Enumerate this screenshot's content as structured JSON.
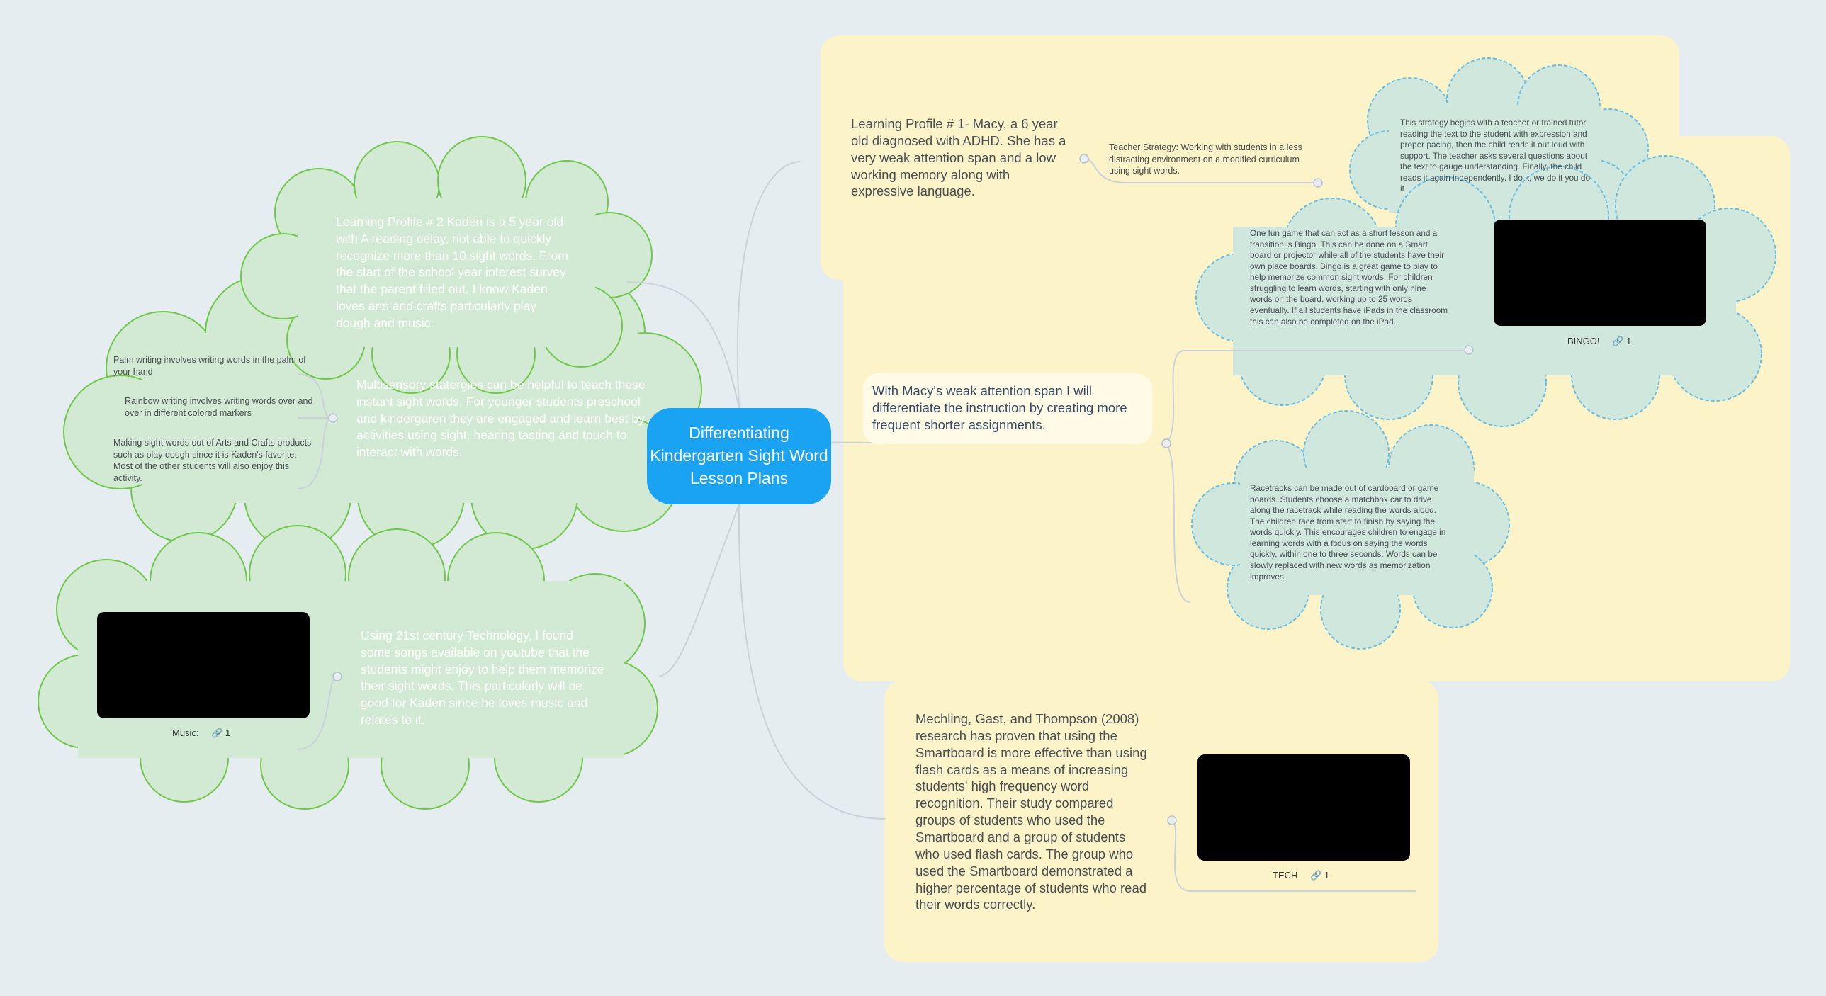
{
  "central": {
    "title": "Differentiating Kindergarten Sight Word Lesson Plans"
  },
  "colors": {
    "background": "#e6edf1",
    "central_node": "#1aa3f2",
    "yellow_region": "#fdf3c8",
    "green_cloud": "#d2ead3",
    "green_border": "#6fc84a",
    "teal_cloud": "#cfe7dd",
    "teal_border": "#67bde4"
  },
  "macy": {
    "profile": "Learning Profile # 1- Macy, a 6 year old diagnosed with ADHD. She has a very weak attention span and a low working memory along with expressive language.",
    "strategy": "Teacher Strategy: Working with students in a less distracting environment on a modified curriculum using sight words.",
    "strategy_detail": "This strategy begins with a teacher or trained tutor reading the text to the student with expression and proper pacing, then the child reads it out loud with support. The teacher asks several questions about the text to gauge understanding. Finally, the child reads it again independently. I do it, we do it you do it",
    "differentiate": "With Macy's weak attention span I will differentiate the instruction by creating more frequent shorter assignments.",
    "bingo_text": "One fun game that can act as a short lesson and a transition is Bingo. This can be done on a Smart board or projector while all of the students have their own place boards. Bingo is a great game to play to help memorize common sight words. For children struggling to learn words, starting with only nine words on the board, working up to 25 words eventually. If all students have iPads in the classroom this can also be completed on the iPad.",
    "bingo_caption": "BINGO!",
    "bingo_links": "1",
    "racetrack": "Racetracks can be made out of cardboard or game boards. Students choose a matchbox car to drive along the racetrack while reading the words aloud. The children race from start to finish by saying the words quickly. This encourages children to engage in learning words with a focus on saying the words quickly, within one to three seconds. Words can be slowly replaced with new words as memorization improves."
  },
  "tech": {
    "research": "Mechling, Gast, and Thompson (2008) research has proven that using the Smartboard is more effective than using flash cards as a means of increasing students' high frequency word recognition. Their study compared groups of students who used the Smartboard and a group of students who used flash cards. The group who used the Smartboard demonstrated a higher percentage of students who read their words correctly.",
    "caption": "TECH",
    "links": "1"
  },
  "kaden": {
    "profile": "Learning Profile # 2 Kaden is a 5 year old with A reading delay, not able to quickly recognize more than 10 sight words. From the start of the school year interest survey that the parent filled out. I know Kaden loves arts and crafts particularly play dough and music.",
    "multisensory": "Multisensory statergies can be helpful to teach these instant sight words. For younger students preschool and kindergaren they are engaged and learn best by activities using sight, hearing tasting and touch to interact with words.",
    "palm": "Palm writing involves writing words in the palm of your hand",
    "rainbow": "Rainbow writing involves writing words over and over in different colored markers",
    "crafts": "Making sight words out of Arts and Crafts products such as play dough since it is Kaden's favorite. Most of the other students will also enjoy this activity.",
    "technology": "Using 21st century Technology, I found some songs available on youtube that the students might enjoy to help them memorize their sight words. This particularly will be good for Kaden since he loves music and relates to it.",
    "music_caption": "Music:",
    "music_links": "1"
  }
}
